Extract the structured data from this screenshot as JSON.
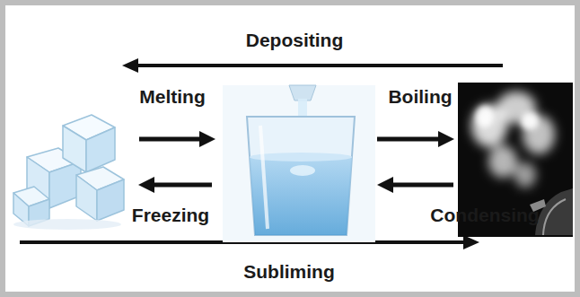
{
  "diagram": {
    "labels": [
      "Depositing",
      "Melting",
      "Boiling",
      "Freezing",
      "Condensing",
      "Subliming"
    ]
  }
}
